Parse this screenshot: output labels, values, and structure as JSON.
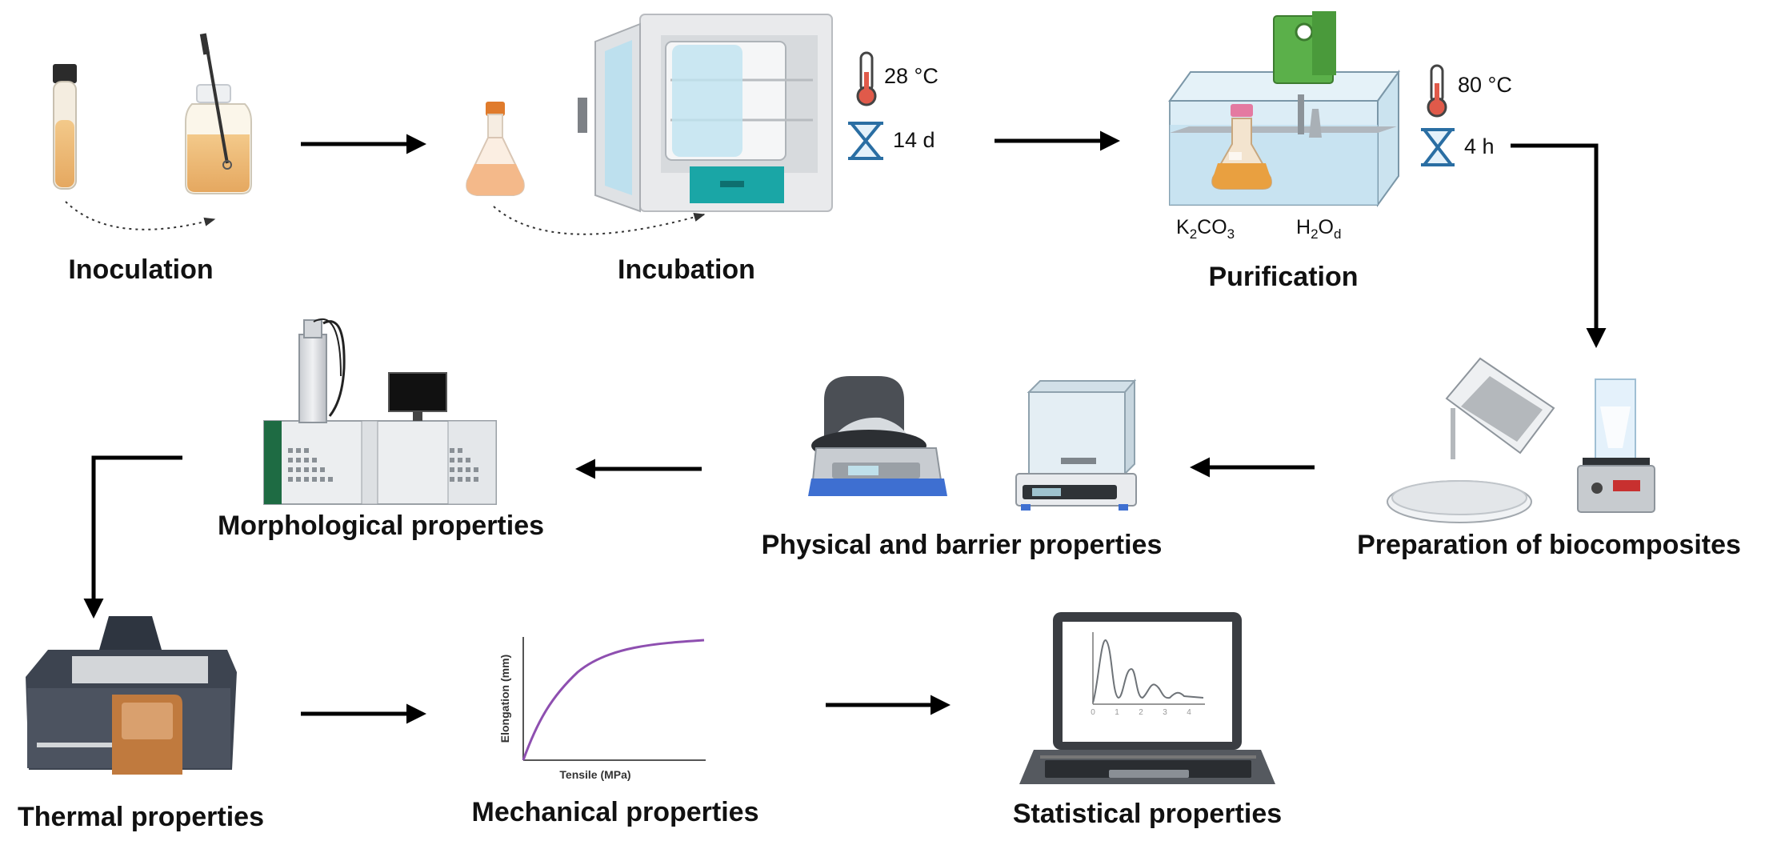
{
  "steps": {
    "inoculation": "Inoculation",
    "incubation": "Incubation",
    "purification": "Purification",
    "preparation": "Preparation of biocomposites",
    "physical": "Physical and barrier properties",
    "morphological": "Morphological properties",
    "thermal": "Thermal properties",
    "mechanical": "Mechanical properties",
    "statistical": "Statistical properties"
  },
  "incubation_conditions": {
    "temperature": "28 °C",
    "time": "14 d"
  },
  "purification_conditions": {
    "temperature": "80 °C",
    "time": "4 h"
  },
  "reagents": {
    "k2co3": {
      "a": "K",
      "s1": "2",
      "b": "CO",
      "s2": "3"
    },
    "h2od": {
      "a": "H",
      "s1": "2",
      "b": "O",
      "s2": "d"
    }
  },
  "mechanical_plot": {
    "ylabel": "Elongation (mm)",
    "xlabel": "Tensile  (MPa)"
  },
  "laptop_plot": {
    "x_ticks": [
      "0",
      "1",
      "2",
      "3",
      "4"
    ]
  },
  "colors": {
    "arrow": "#000000",
    "mechanical_curve": "#8e4fb0",
    "incubator_drawer": "#1aa6a6",
    "purification_head": "#5bb04a",
    "thermal_panel": "#c07a3e"
  },
  "icons": [
    "tube-icon",
    "bottle-icon",
    "flask-icon",
    "incubator-icon",
    "thermometer-icon",
    "hourglass-icon",
    "water-bath-icon",
    "beaker-icon",
    "petri-dish-icon",
    "stirrer-icon",
    "moisture-analyzer-icon",
    "balance-icon",
    "microscope-icon",
    "thermal-analyzer-icon",
    "laptop-icon"
  ]
}
